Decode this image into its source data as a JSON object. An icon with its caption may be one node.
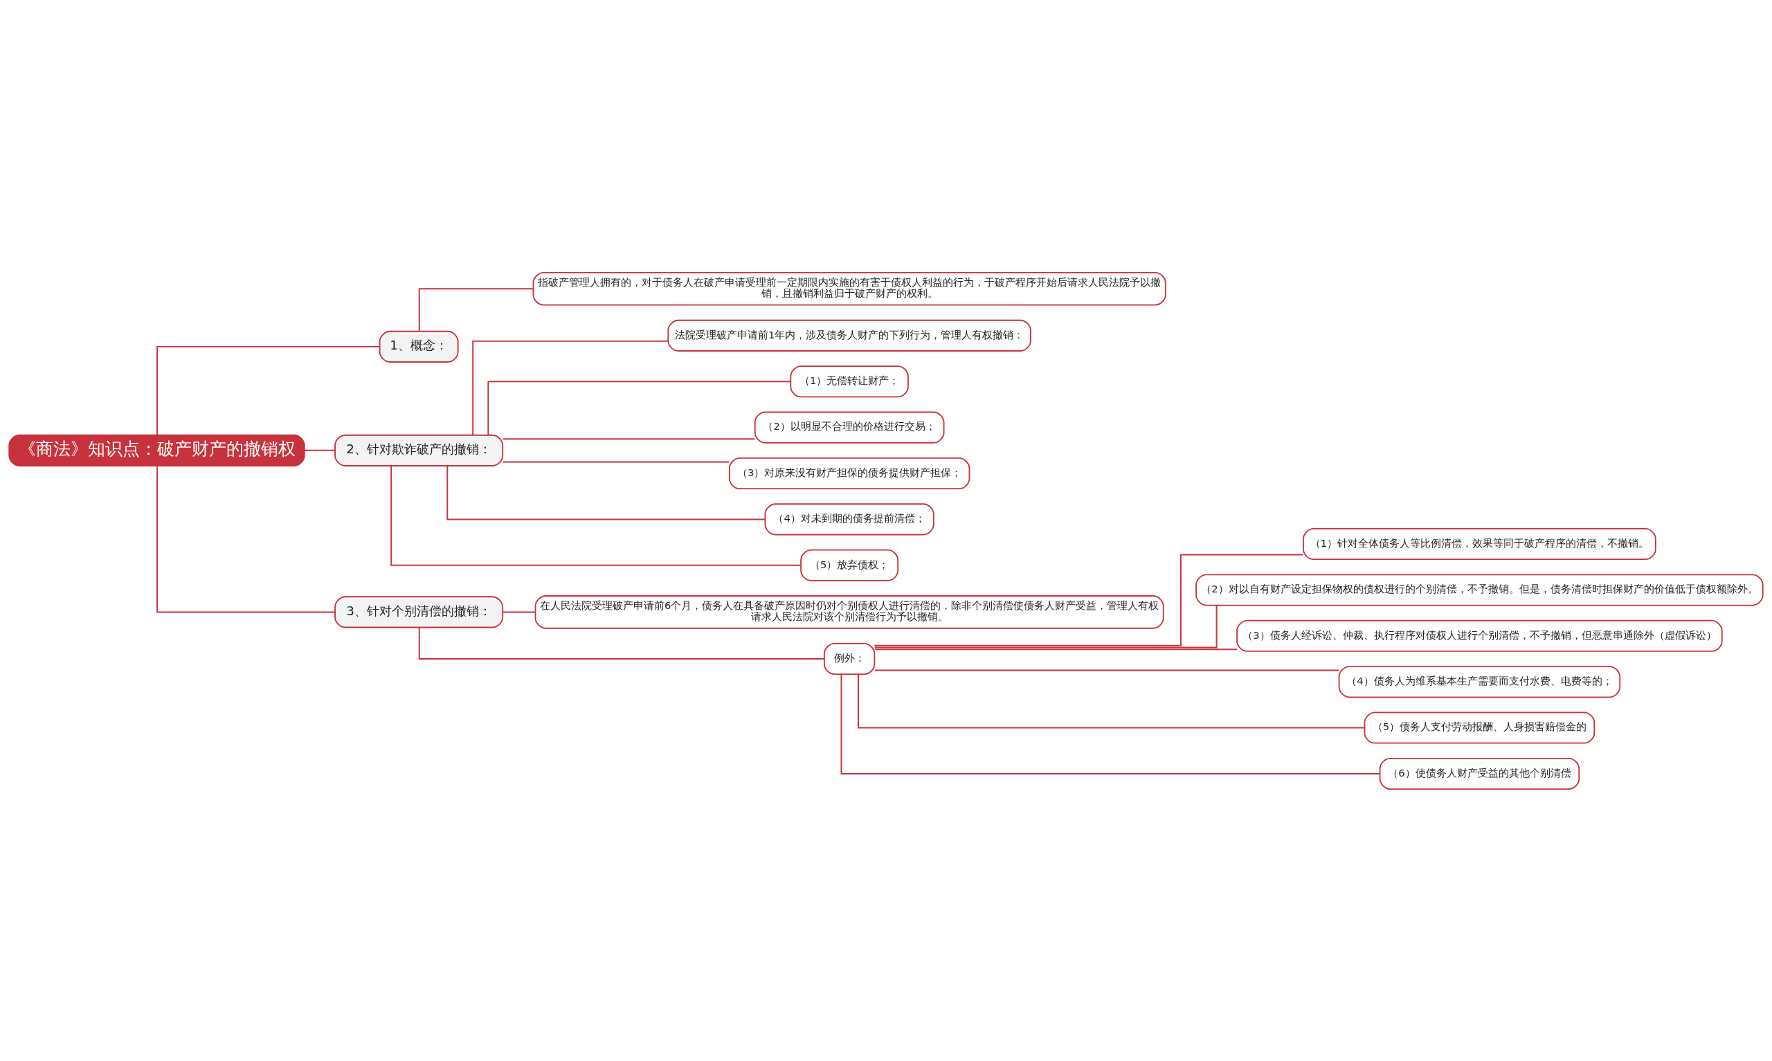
{
  "diagram": {
    "nodes": [
      {
        "text": [
          "《商法》知识点：破产财产的撤销权"
        ]
      },
      {
        "text": [
          "1、概念："
        ]
      },
      {
        "text": [
          "指破产管理人拥有的，对于债务人在破产申请受理前一定期限内实施的有害于债权人利益的行为，于破产程序开始后请求人民法院予以撤销，且撤销利益归于破产财产的权利。"
        ]
      },
      {
        "text": [
          "2、针对欺诈破产的撤销："
        ]
      },
      {
        "text": [
          "法院受理破产申请前1年内，涉及债务人财产的下列行为，管理人有权撤销："
        ]
      },
      {
        "text": [
          "（1）无偿转让财产；"
        ]
      },
      {
        "text": [
          "（2）以明显不合理的价格进行交易；"
        ]
      },
      {
        "text": [
          "（3）对原来没有财产担保的债务提供财产担保；"
        ]
      },
      {
        "text": [
          "（4）对未到期的债务提前清偿；"
        ]
      },
      {
        "text": [
          "（5）放弃债权；"
        ]
      },
      {
        "text": [
          "3、针对个别清偿的撤销："
        ]
      },
      {
        "text": [
          "在人民法院受理破产申请前6个月，债务人在具备破产原因时仍对个别债权人进行清偿的，除非个别清偿使债务人财产受益，管理人有权请求人民法院对该个别清偿行为予以撤销。"
        ]
      },
      {
        "text": [
          "例外："
        ]
      },
      {
        "text": [
          "（1）针对全体债务人等比例清偿，效果等同于破产程序的清偿，不撤销。"
        ]
      },
      {
        "text": [
          "（2）对以自有财产设定担保物权的债权进行的个别清偿，不予撤销。但是，债务清偿时担保财产的价值低于债权额除外。"
        ]
      },
      {
        "text": [
          "（3）债务人经诉讼、仲裁、执行程序对债权人进行个别清偿，不予撤销，但恶意串通除外（虚假诉讼）"
        ]
      },
      {
        "text": [
          "（4）债务人为维系基本生产需要而支付水费、电费等的；"
        ]
      },
      {
        "text": [
          "（5）债务人支付劳动报酬、人身损害赔偿金的"
        ]
      },
      {
        "text": [
          "（6）使债务人财产受益的其他个别清偿"
        ]
      }
    ],
    "edges": [
      {
        "from": 0,
        "to": 1,
        "arrow": "none"
      },
      {
        "from": 1,
        "to": 2,
        "arrow": "none"
      },
      {
        "from": 0,
        "to": 3,
        "arrow": "none"
      },
      {
        "from": 3,
        "to": 4,
        "arrow": "none"
      },
      {
        "from": 3,
        "to": 5,
        "arrow": "none"
      },
      {
        "from": 3,
        "to": 6,
        "arrow": "none"
      },
      {
        "from": 3,
        "to": 7,
        "arrow": "none"
      },
      {
        "from": 3,
        "to": 8,
        "arrow": "none"
      },
      {
        "from": 3,
        "to": 9,
        "arrow": "none"
      },
      {
        "from": 0,
        "to": 10,
        "arrow": "none"
      },
      {
        "from": 10,
        "to": 11,
        "arrow": "none"
      },
      {
        "from": 10,
        "to": 12,
        "arrow": "none"
      },
      {
        "from": 12,
        "to": 13,
        "arrow": "none"
      },
      {
        "from": 12,
        "to": 14,
        "arrow": "none"
      },
      {
        "from": 12,
        "to": 15,
        "arrow": "none"
      },
      {
        "from": 12,
        "to": 16,
        "arrow": "none"
      },
      {
        "from": 12,
        "to": 17,
        "arrow": "none"
      },
      {
        "from": 12,
        "to": 18,
        "arrow": "none"
      }
    ]
  }
}
